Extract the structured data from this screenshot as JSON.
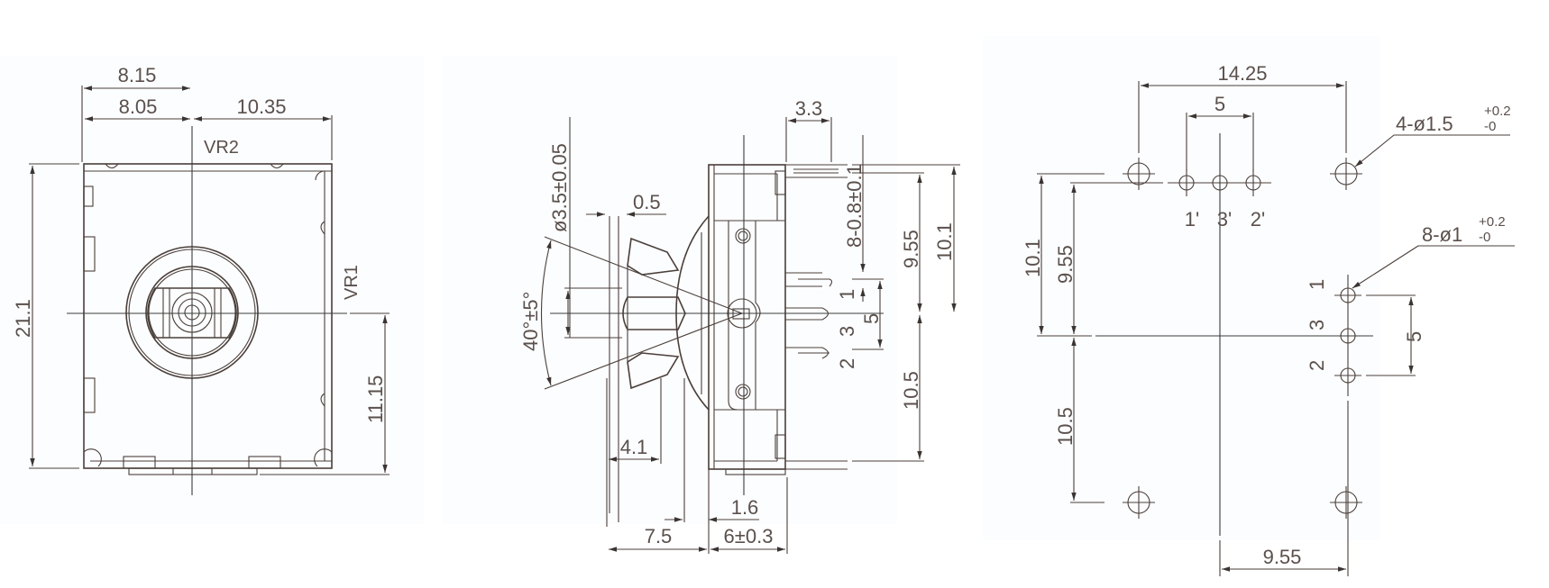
{
  "drawing": {
    "line_color": "#4a3f3a",
    "text_color": "#5a504c",
    "background": "#fcfdfe"
  },
  "front_view": {
    "labels": {
      "vr2": "VR2",
      "vr1": "VR1"
    },
    "dims": {
      "top_offset": "8.15",
      "left_half_width": "8.05",
      "right_half_width": "10.35",
      "overall_height": "21.1",
      "center_to_bottom": "11.15"
    }
  },
  "side_view": {
    "dims": {
      "shaft_diameter": "ø3.5±0.05",
      "flat": "0.5",
      "pin_width": "3.3",
      "pin_thickness": "8-0.8±0.1",
      "angle": "40°±5°",
      "knob_length": "4.1",
      "flange": "1.6",
      "shaft_length": "7.5",
      "body_depth": "6±0.3",
      "top_9_55": "9.55",
      "top_10_1": "10.1",
      "bottom_10_5": "10.5",
      "pin_pitch": "5"
    },
    "pin_labels": [
      "1",
      "3",
      "2"
    ]
  },
  "pcb_layout": {
    "dims": {
      "mount_span": "14.25",
      "top_pin_pitch": "5",
      "left_10_1": "10.1",
      "left_9_55": "9.55",
      "left_10_5": "10.5",
      "right_pin_pitch": "5",
      "bottom_9_55": "9.55"
    },
    "top_pin_labels": [
      "1'",
      "3'",
      "2'"
    ],
    "right_pin_labels": [
      "1",
      "3",
      "2"
    ],
    "callouts": {
      "mount_holes": {
        "main": "4-ø1.5",
        "tol_plus": "+0.2",
        "tol_minus": "-0"
      },
      "pin_holes": {
        "main": "8-ø1",
        "tol_plus": "+0.2",
        "tol_minus": "-0"
      }
    }
  }
}
